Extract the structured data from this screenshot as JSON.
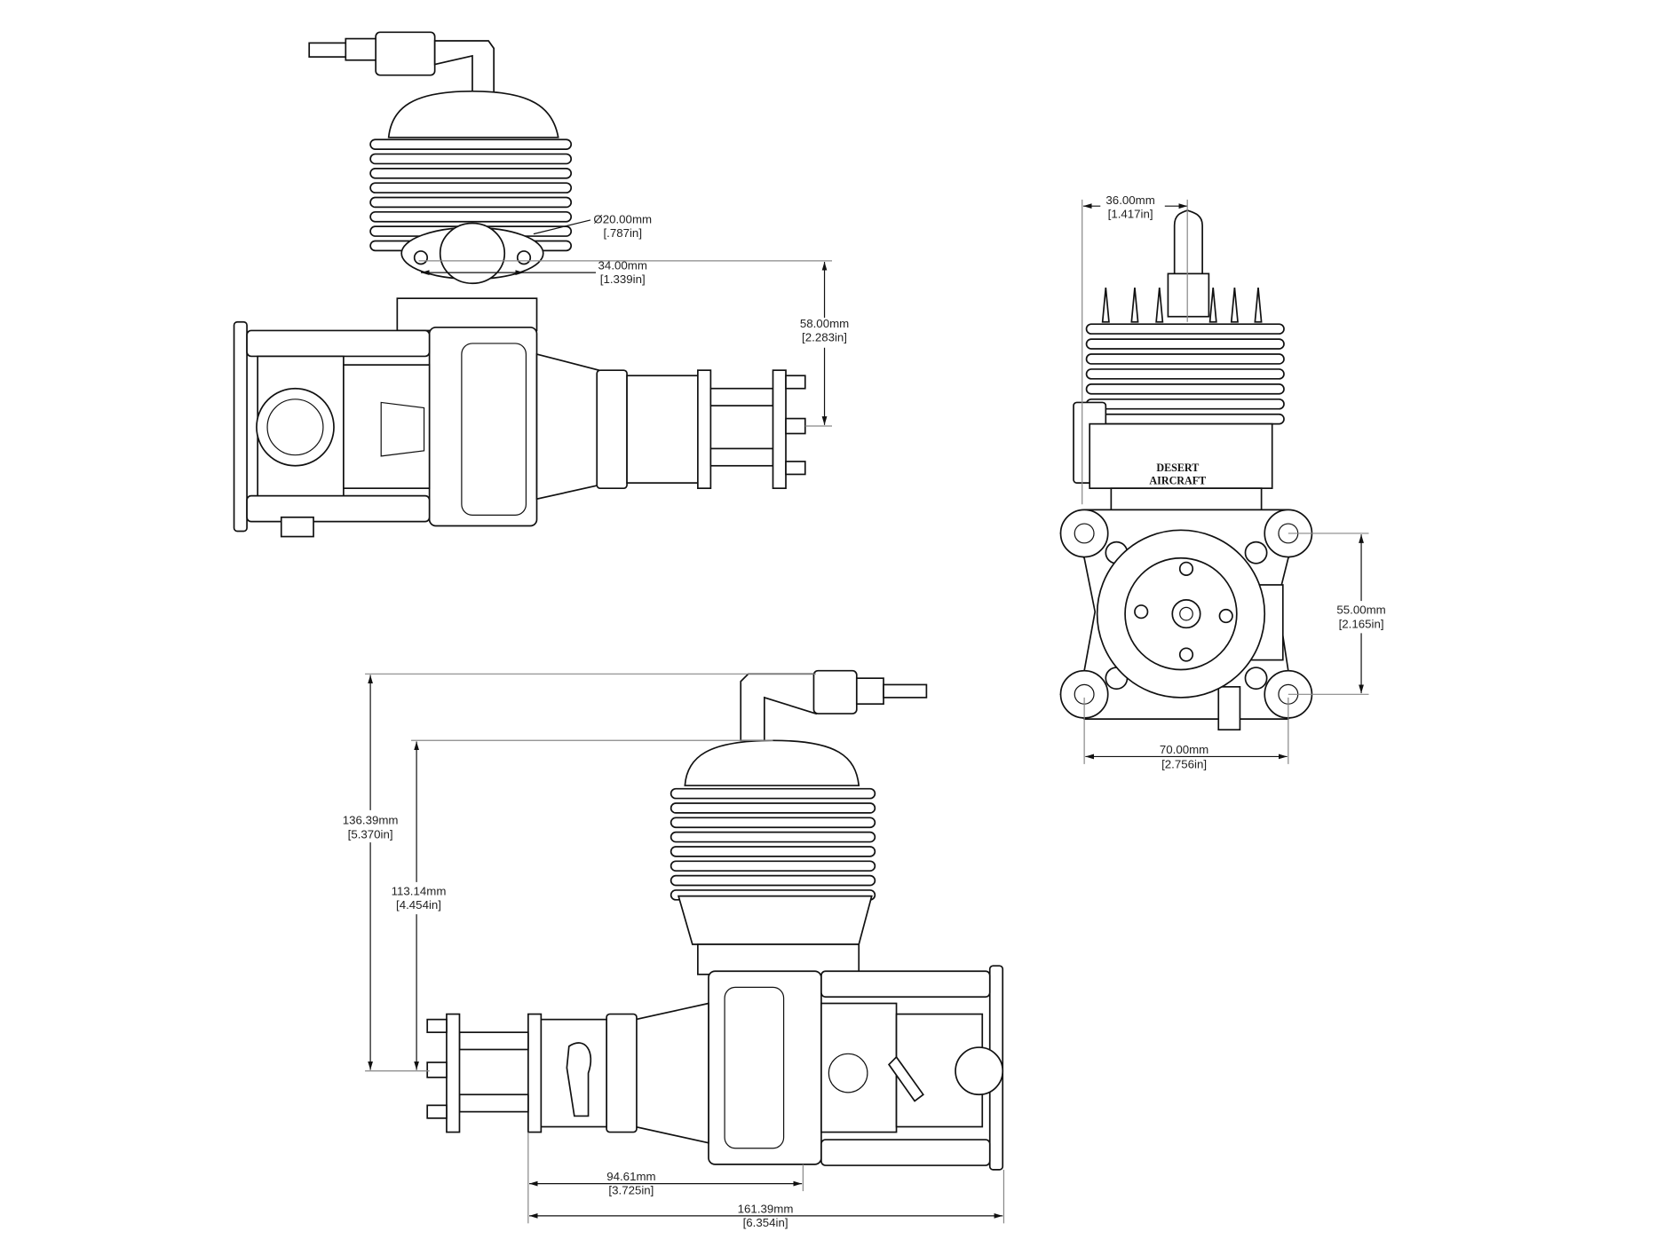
{
  "dimensions": {
    "intake_diameter": {
      "mm": "Ø20.00mm",
      "in": "[.787in]"
    },
    "intake_width": {
      "mm": "34.00mm",
      "in": "[1.339in]"
    },
    "cylinder_height": {
      "mm": "58.00mm",
      "in": "[2.283in]"
    },
    "plug_offset": {
      "mm": "36.00mm",
      "in": "[1.417in]"
    },
    "mount_height": {
      "mm": "55.00mm",
      "in": "[2.165in]"
    },
    "mount_width": {
      "mm": "70.00mm",
      "in": "[2.756in]"
    },
    "overall_height": {
      "mm": "136.39mm",
      "in": "[5.370in]"
    },
    "head_height": {
      "mm": "113.14mm",
      "in": "[4.454in]"
    },
    "hub_to_cylinder": {
      "mm": "94.61mm",
      "in": "[3.725in]"
    },
    "overall_length": {
      "mm": "161.39mm",
      "in": "[6.354in]"
    }
  },
  "logo": {
    "line1": "DESERT",
    "line2": "AIRCRAFT"
  }
}
